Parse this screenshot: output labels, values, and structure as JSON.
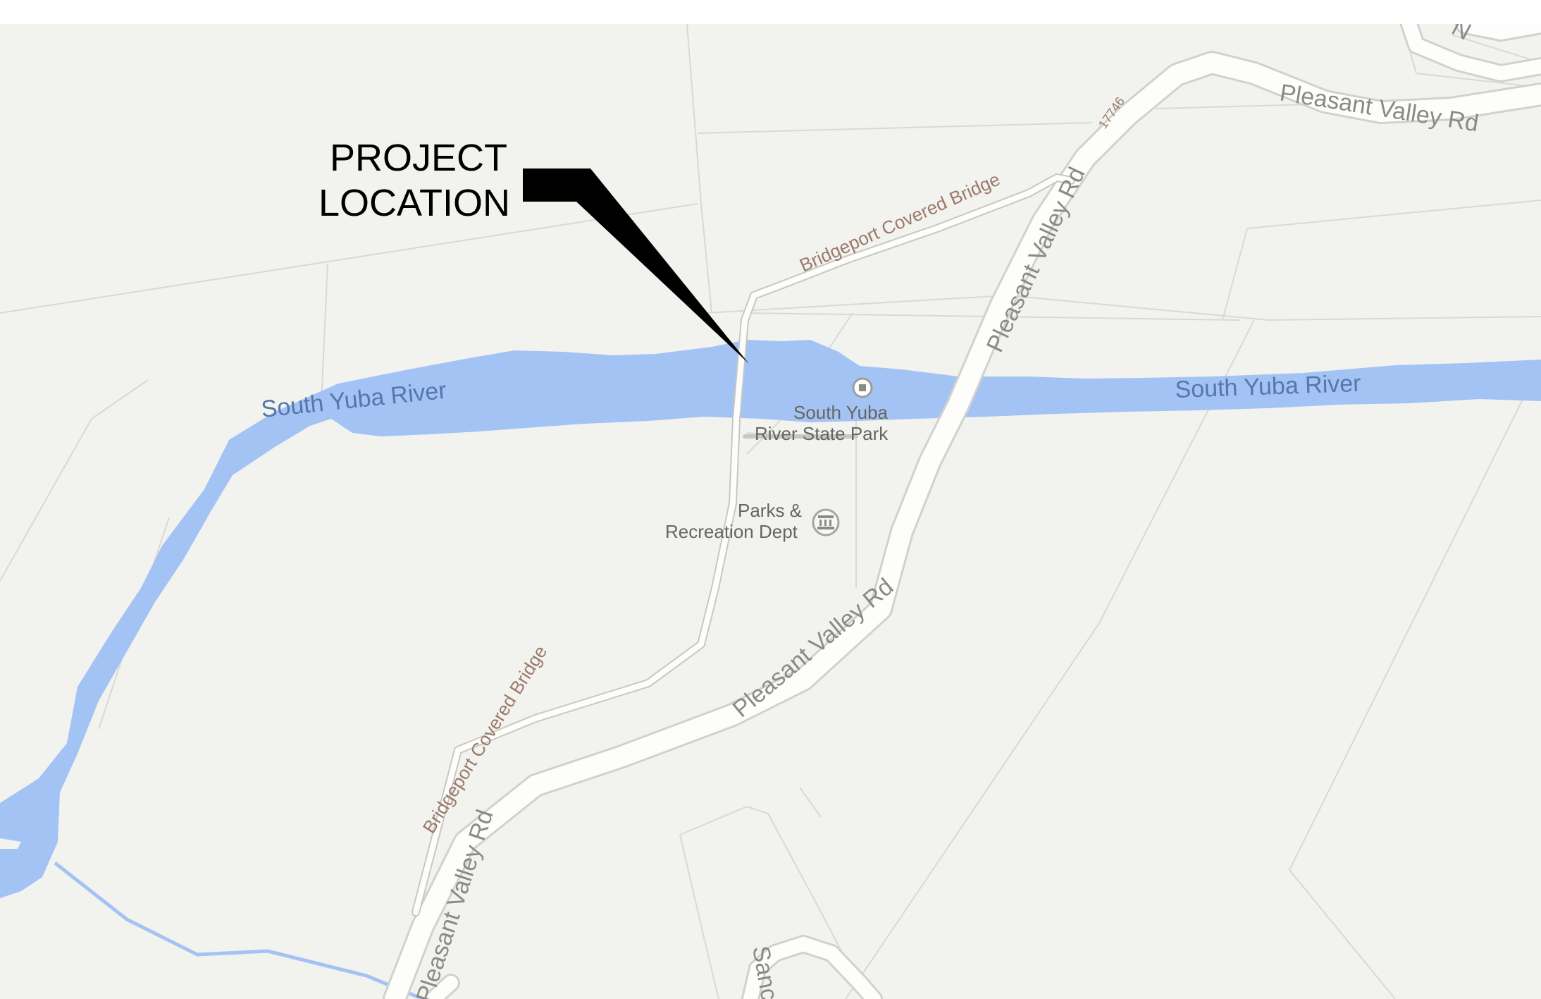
{
  "callout": {
    "line1": "PROJECT",
    "line2": "LOCATION",
    "color": "#000000"
  },
  "map": {
    "land_color": "#f2f2ef",
    "water_color": "#a4c3f5",
    "road_color": "#fdfdfb",
    "road_edge_color": "#d4d4cf",
    "water_labels": {
      "west": "South Yuba River",
      "east": "South Yuba River"
    },
    "roads": {
      "pleasant_valley_south": "Pleasant Valley Rd",
      "pleasant_valley_mid": "Pleasant Valley Rd",
      "pleasant_valley_north": "Pleasant Valley Rd",
      "pleasant_valley_ne": "Pleasant Valley Rd",
      "covered_bridge_north": "Bridgeport Covered Bridge",
      "covered_bridge_south": "Bridgeport Covered Bridge",
      "route_number": "17746",
      "sanc_partial": "Sanc",
      "ne_partial": "N"
    },
    "pois": {
      "state_park_line1": "South Yuba",
      "state_park_line2": "River State Park",
      "parks_rec_line1": "Parks &",
      "parks_rec_line2": "Recreation Dept",
      "state_park_icon": "park-dot-icon",
      "parks_rec_icon": "government-building-icon"
    }
  }
}
